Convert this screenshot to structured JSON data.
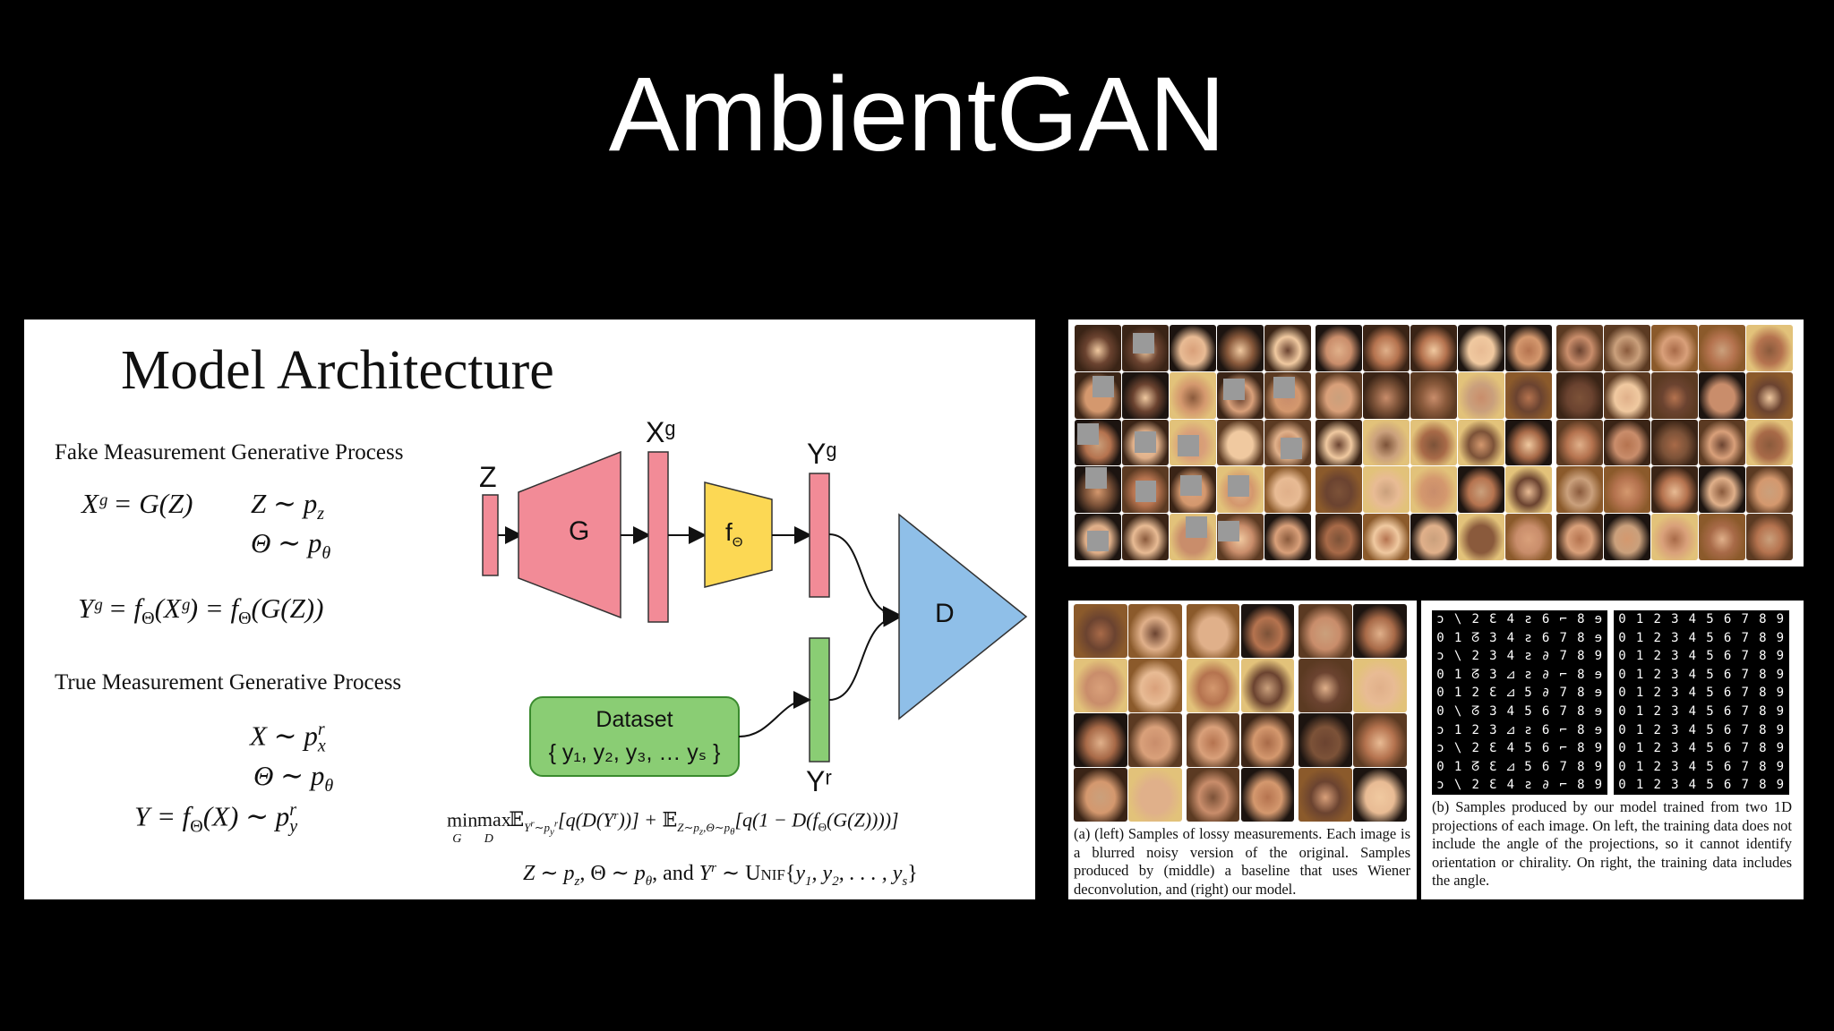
{
  "slide": {
    "title": "AmbientGAN"
  },
  "architecture": {
    "heading": "Model Architecture",
    "fake_section": "Fake Measurement Generative Process",
    "true_section": "True Measurement Generative Process",
    "eq_fake_1": "Xᵍ = G(Z)",
    "eq_fake_2": "Z ∼ p",
    "eq_fake_2_sub": "z",
    "eq_fake_3": "Θ ∼ p",
    "eq_fake_3_sub": "θ",
    "eq_fake_4": "Yᵍ = f",
    "eq_fake_4_rest": "(Xᵍ) = f",
    "eq_fake_4_end": "(G(Z))",
    "eq_true_1": "X ∼ p",
    "eq_true_2": "Θ ∼ p",
    "eq_true_3": "Y = f",
    "eq_true_3_rest": "(X) ∼ p",
    "objective": "min max 𝔼[q(D(Yʳ))] + 𝔼[q(1 − D(f(G(Z))))]",
    "objective_full_left": "min",
    "objective_full_left_sub": "G",
    "objective_full_max": "max",
    "objective_full_max_sub": "D",
    "objective_full_body": "𝔼",
    "objective_sampling": "Z ∼ p",
    "objective_sampling_rest": ", Θ ∼ p",
    "objective_sampling_and": ", and Yʳ ∼ Unif{y",
    "objective_sampling_end": ", y",
    "objective_sampling_end2": ", . . . , y",
    "objective_sampling_close": "}",
    "diagram": {
      "z_label": "Z",
      "g_label": "G",
      "xg_label": "Xᵍ",
      "f_label": "f",
      "f_sub": "Θ",
      "yg_label": "Yᵍ",
      "d_label": "D",
      "yr_label": "Yʳ",
      "dataset_title": "Dataset",
      "dataset_items": "{ y₁, y₂, y₃, … yₛ }"
    },
    "colors": {
      "pink": "#f28b97",
      "yellow": "#fcd854",
      "blue": "#8fbfe8",
      "green": "#8acd74",
      "green_dark": "#3a8a2e"
    }
  },
  "caption_a": "(a) (left) Samples of lossy measurements. Each image is a blurred noisy version of the original. Samples produced by (middle) a baseline that uses Wiener deconvolution, and (right) our model.",
  "caption_b": "(b) Samples produced by our model trained from two 1D projections of each image. On left, the training data does not include the angle of the projections, so it cannot identify orientation or chirality. On right, the training data includes the angle."
}
